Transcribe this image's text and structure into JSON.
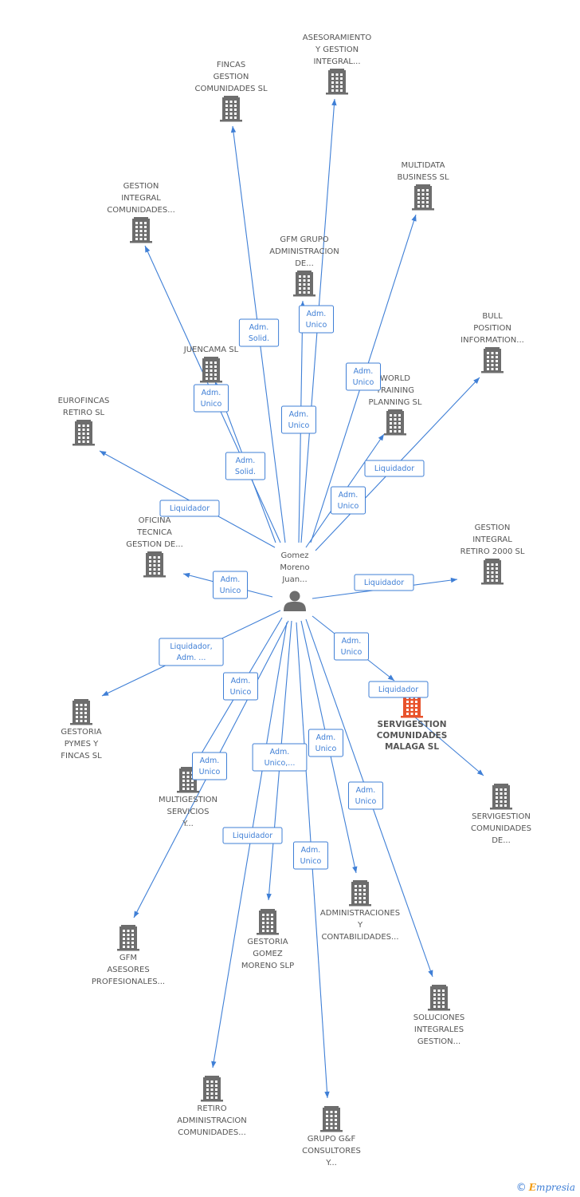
{
  "center": {
    "id": "person",
    "label": [
      "Gomez",
      "Moreno",
      "Juan..."
    ],
    "icon": "person-icon"
  },
  "nodes": [
    {
      "id": "asesoramiento",
      "label": [
        "ASESORAMIENTO",
        "Y GESTION",
        "INTEGRAL..."
      ],
      "icon": "building-icon",
      "focus": false
    },
    {
      "id": "fincas",
      "label": [
        "FINCAS",
        "GESTION",
        "COMUNIDADES SL"
      ],
      "icon": "building-icon",
      "focus": false
    },
    {
      "id": "multidata",
      "label": [
        "MULTIDATA",
        "BUSINESS SL"
      ],
      "icon": "building-icon",
      "focus": false
    },
    {
      "id": "gestion-integral",
      "label": [
        "GESTION",
        "INTEGRAL",
        "COMUNIDADES..."
      ],
      "icon": "building-icon",
      "focus": false
    },
    {
      "id": "gfm-grupo",
      "label": [
        "GFM GRUPO",
        "ADMINISTRACION",
        "DE..."
      ],
      "icon": "building-icon",
      "focus": false
    },
    {
      "id": "bull",
      "label": [
        "BULL",
        "POSITION",
        "INFORMATION..."
      ],
      "icon": "building-icon",
      "focus": false
    },
    {
      "id": "juencama",
      "label": [
        "JUENCAMA SL"
      ],
      "icon": "building-icon",
      "focus": false
    },
    {
      "id": "world",
      "label": [
        "WORLD",
        "TRAINING",
        "PLANNING SL"
      ],
      "icon": "building-icon",
      "focus": false
    },
    {
      "id": "eurofincas",
      "label": [
        "EUROFINCAS",
        "RETIRO SL"
      ],
      "icon": "building-icon",
      "focus": false
    },
    {
      "id": "oficina",
      "label": [
        "OFICINA",
        "TECNICA",
        "GESTION DE..."
      ],
      "icon": "building-icon",
      "focus": false
    },
    {
      "id": "retiro2000",
      "label": [
        "GESTION",
        "INTEGRAL",
        "RETIRO 2000 SL"
      ],
      "icon": "building-icon",
      "focus": false
    },
    {
      "id": "servigestion-malaga",
      "label": [
        "SERVIGESTION",
        "COMUNIDADES",
        "MALAGA SL"
      ],
      "icon": "building-icon",
      "focus": true,
      "color": "#e8532c"
    },
    {
      "id": "gestoria-pymes",
      "label": [
        "GESTORIA",
        "PYMES Y",
        "FINCAS SL"
      ],
      "icon": "building-icon",
      "focus": false
    },
    {
      "id": "servigestion-de",
      "label": [
        "SERVIGESTION",
        "COMUNIDADES",
        "DE..."
      ],
      "icon": "building-icon",
      "focus": false
    },
    {
      "id": "multigestion",
      "label": [
        "MULTIGESTION",
        "SERVICIOS",
        "Y..."
      ],
      "icon": "building-icon",
      "focus": false
    },
    {
      "id": "administraciones",
      "label": [
        "ADMINISTRACIONES",
        "Y",
        "CONTABILIDADES..."
      ],
      "icon": "building-icon",
      "focus": false
    },
    {
      "id": "gfm-asesores",
      "label": [
        "GFM",
        "ASESORES",
        "PROFESIONALES..."
      ],
      "icon": "building-icon",
      "focus": false
    },
    {
      "id": "gestoria-gomez",
      "label": [
        "GESTORIA",
        "GOMEZ",
        "MORENO SLP"
      ],
      "icon": "building-icon",
      "focus": false
    },
    {
      "id": "soluciones",
      "label": [
        "SOLUCIONES",
        "INTEGRALES",
        "GESTION..."
      ],
      "icon": "building-icon",
      "focus": false
    },
    {
      "id": "retiro-admin",
      "label": [
        "RETIRO",
        "ADMINISTRACION",
        "COMUNIDADES..."
      ],
      "icon": "building-icon",
      "focus": false
    },
    {
      "id": "grupo-gf",
      "label": [
        "GRUPO G&F",
        "CONSULTORES",
        "Y..."
      ],
      "icon": "building-icon",
      "focus": false
    }
  ],
  "edges": [
    {
      "from": "person",
      "to": "asesoramiento",
      "label": [
        "Adm.",
        "Unico"
      ]
    },
    {
      "from": "person",
      "to": "fincas",
      "label": [
        "Adm.",
        "Solid."
      ]
    },
    {
      "from": "person",
      "to": "multidata",
      "label": [
        "Adm.",
        "Unico"
      ]
    },
    {
      "from": "person",
      "to": "gestion-integral",
      "label": [
        "Adm.",
        "Unico"
      ]
    },
    {
      "from": "person",
      "to": "gfm-grupo",
      "label": [
        "Adm.",
        "Unico"
      ]
    },
    {
      "from": "person",
      "to": "bull",
      "label": [
        "Liquidador"
      ]
    },
    {
      "from": "person",
      "to": "juencama",
      "label": [
        "Adm.",
        "Solid."
      ]
    },
    {
      "from": "person",
      "to": "world",
      "label": [
        "Adm.",
        "Unico"
      ]
    },
    {
      "from": "person",
      "to": "eurofincas",
      "label": [
        "Liquidador"
      ]
    },
    {
      "from": "person",
      "to": "oficina",
      "label": [
        "Adm.",
        "Unico"
      ]
    },
    {
      "from": "person",
      "to": "retiro2000",
      "label": [
        "Liquidador"
      ]
    },
    {
      "from": "person",
      "to": "servigestion-malaga",
      "label": [
        "Adm.",
        "Unico"
      ]
    },
    {
      "from": "person",
      "to": "gestoria-pymes",
      "label": [
        "Liquidador,",
        "Adm. ..."
      ]
    },
    {
      "from": "servigestion-malaga",
      "to": "servigestion-de",
      "label": [
        "Liquidador"
      ]
    },
    {
      "from": "person",
      "to": "multigestion",
      "label": [
        "Adm.",
        "Unico"
      ]
    },
    {
      "from": "person",
      "to": "gfm-asesores",
      "label": [
        "Adm.",
        "Unico"
      ]
    },
    {
      "from": "person",
      "to": "administraciones",
      "label": [
        "Adm.",
        "Unico"
      ]
    },
    {
      "from": "person",
      "to": "gestoria-gomez",
      "label": [
        "Adm.",
        "Unico,..."
      ]
    },
    {
      "from": "person",
      "to": "soluciones",
      "label": [
        "Adm.",
        "Unico"
      ]
    },
    {
      "from": "person",
      "to": "retiro-admin",
      "label": [
        "Liquidador"
      ]
    },
    {
      "from": "person",
      "to": "grupo-gf",
      "label": [
        "Adm.",
        "Unico"
      ]
    }
  ],
  "brand": {
    "copyright": "©",
    "initial": "E",
    "name": "mpresia"
  },
  "colors": {
    "edge": "#3f7fd6",
    "icon": "#6d6d6d",
    "focus": "#e8532c"
  }
}
